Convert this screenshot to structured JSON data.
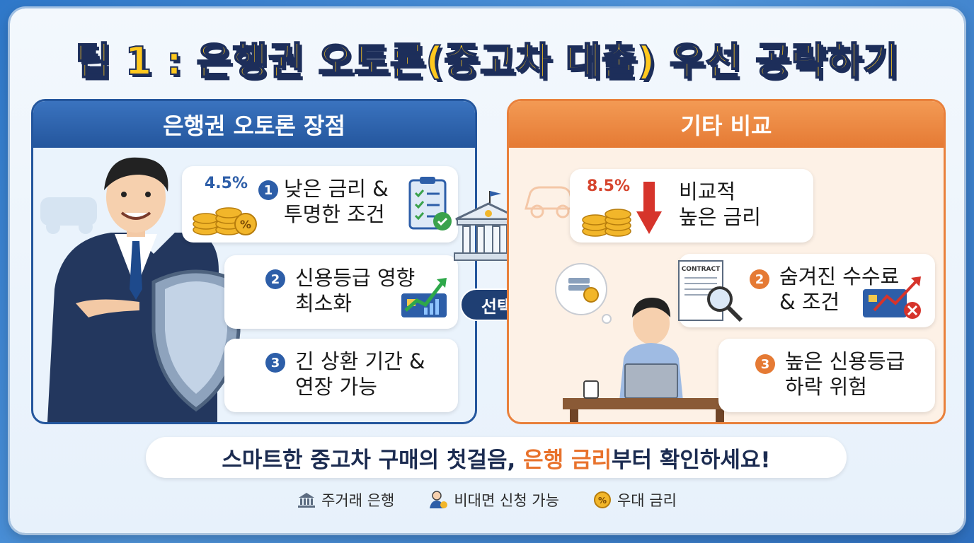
{
  "title": "팁 1 : 은행권 오토론(중고차 대출) 우선 공략하기",
  "left_panel": {
    "header": "은행권 오토론 장점",
    "items": [
      {
        "num": "1",
        "pct": "4.5%",
        "line1": "낮은 금리 &",
        "line2": "투명한 조건"
      },
      {
        "num": "2",
        "line1": "신용등급 영향",
        "line2": "최소화"
      },
      {
        "num": "3",
        "line1": "긴 상환 기간 &",
        "line2": "연장 가능"
      }
    ]
  },
  "right_panel": {
    "header": "기타 비교",
    "items": [
      {
        "pct": "8.5%",
        "line1": "비교적",
        "line2": "높은 금리"
      },
      {
        "num": "2",
        "line1": "숨겨진 수수료",
        "line2": "& 조건"
      },
      {
        "num": "3",
        "line1": "높은 신용등급",
        "line2": "하락 위험"
      }
    ]
  },
  "select_label": "선택",
  "contract_label": "CONTRACT",
  "bottom": {
    "before": "스마트한 중고차 구매의 첫걸음, ",
    "highlight": "은행 금리",
    "after": "부터 확인하세요!"
  },
  "tags": [
    "주거래 은행",
    "비대면 신청 가능",
    "우대 금리"
  ],
  "colors": {
    "blue": "#24569d",
    "orange": "#e57a34",
    "title_yellow": "#ffc81e"
  },
  "icons": [
    "coins-icon",
    "checklist-icon",
    "chart-up-icon",
    "bank-icon",
    "arrow-right-icon",
    "shield-icon",
    "down-arrow-icon",
    "contract-magnifier-icon",
    "card-down-icon",
    "bank-small-icon",
    "person-check-icon",
    "percent-coin-icon"
  ]
}
